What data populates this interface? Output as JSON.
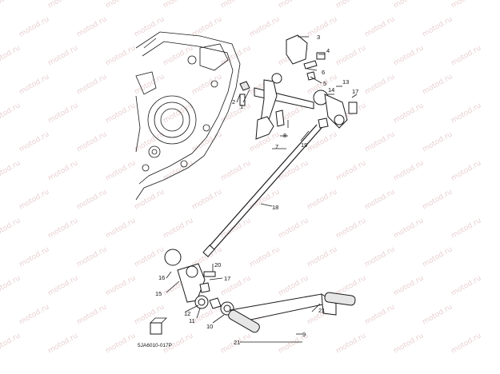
{
  "watermark": "motod.ru",
  "diagram_code": "5JA6010-017P",
  "callouts": [
    {
      "id": "c1",
      "text": "1"
    },
    {
      "id": "c2",
      "text": "2"
    },
    {
      "id": "c3",
      "text": "3"
    },
    {
      "id": "c4",
      "text": "4"
    },
    {
      "id": "c5",
      "text": "5"
    },
    {
      "id": "c6",
      "text": "6"
    },
    {
      "id": "c7",
      "text": "7"
    },
    {
      "id": "c8",
      "text": "8"
    },
    {
      "id": "c9",
      "text": "9"
    },
    {
      "id": "c10",
      "text": "10"
    },
    {
      "id": "c11",
      "text": "11"
    },
    {
      "id": "c12",
      "text": "12"
    },
    {
      "id": "c13",
      "text": "13"
    },
    {
      "id": "c14",
      "text": "14"
    },
    {
      "id": "c15",
      "text": "15"
    },
    {
      "id": "c16",
      "text": "16"
    },
    {
      "id": "c17a",
      "text": "17"
    },
    {
      "id": "c17b",
      "text": "17"
    },
    {
      "id": "c18",
      "text": "18"
    },
    {
      "id": "c19",
      "text": "19"
    },
    {
      "id": "c20",
      "text": "20"
    },
    {
      "id": "c21a",
      "text": "21"
    },
    {
      "id": "c21b",
      "text": "21"
    }
  ]
}
